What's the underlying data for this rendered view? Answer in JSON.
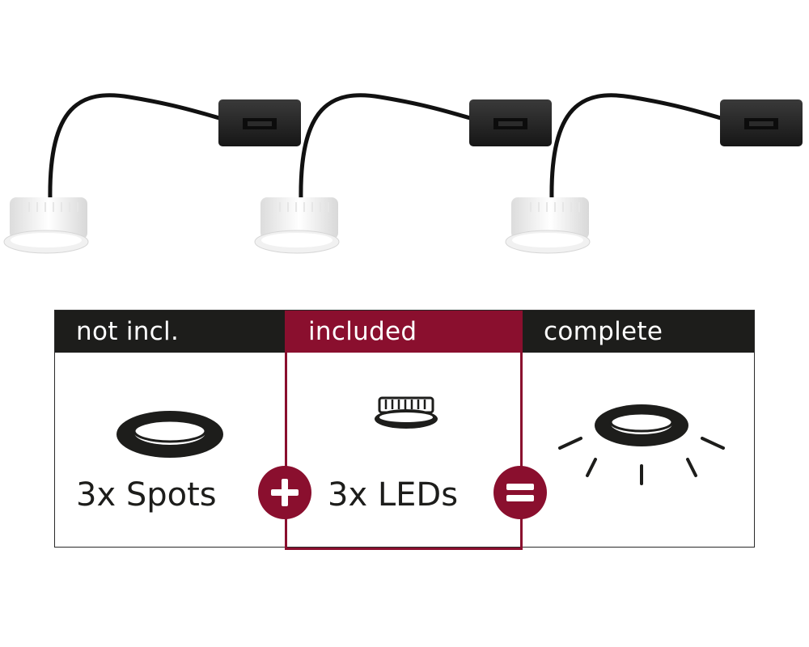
{
  "columns": [
    {
      "header": "not incl.",
      "caption": "3x Spots",
      "icon": "recessed-spot-ring-icon"
    },
    {
      "header": "included",
      "caption": "3x LEDs",
      "icon": "led-module-icon"
    },
    {
      "header": "complete",
      "caption": "",
      "icon": "lit-spotlight-icon"
    }
  ],
  "operators": [
    "plus-icon",
    "equals-icon"
  ],
  "colors": {
    "accent": "#8a0f2e",
    "dark": "#1d1d1b",
    "module_white": "#f4f4f4"
  },
  "product_photo": {
    "items": 3,
    "description_icon": "led-module-with-driver-icon"
  }
}
